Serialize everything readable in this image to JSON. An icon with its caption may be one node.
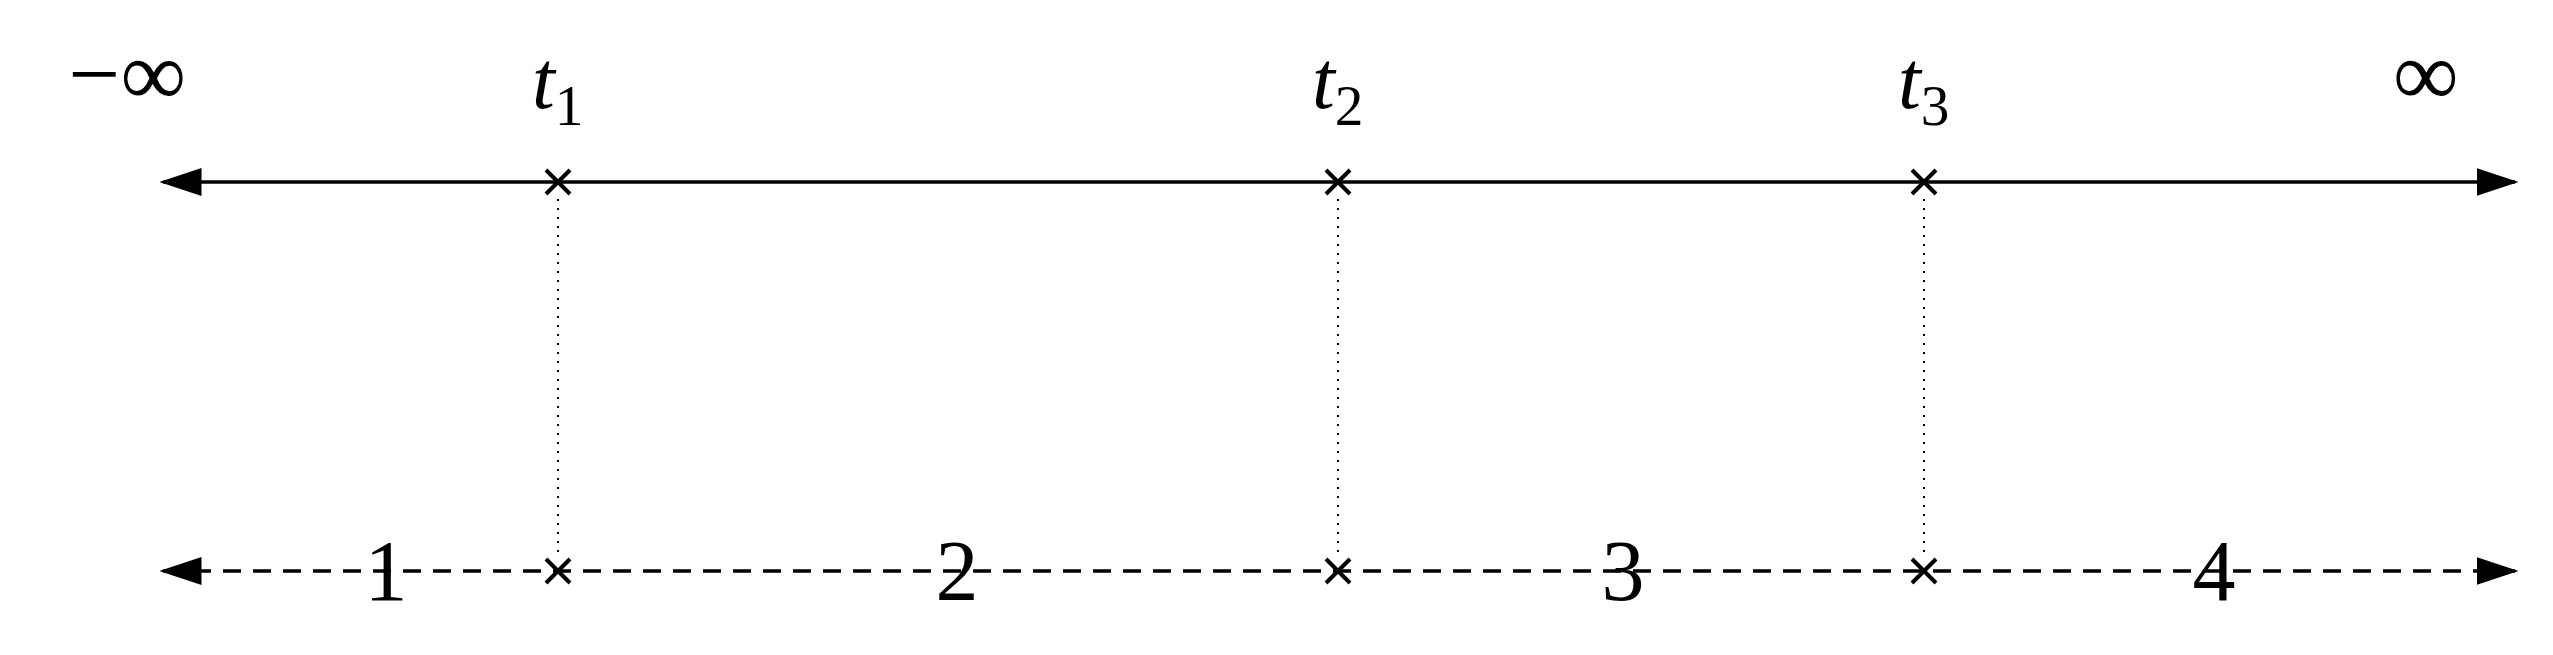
{
  "diagram": {
    "nodes": [
      {
        "text": [],
        "shape": "cross",
        "beside": [
          "t$_{1}$"
        ]
      },
      {
        "text": [],
        "shape": "cross",
        "beside": [
          "t$_{2}$"
        ]
      },
      {
        "text": [],
        "shape": "cross",
        "beside": [
          "t$_{3}$"
        ]
      },
      {
        "text": [],
        "shape": "cross"
      },
      {
        "text": [],
        "shape": "cross"
      },
      {
        "text": [],
        "shape": "cross"
      }
    ],
    "edges": [
      {
        "from": 0,
        "to": 3,
        "arrow": "none"
      },
      {
        "from": 1,
        "to": 4,
        "arrow": "none"
      },
      {
        "from": 2,
        "to": 5,
        "arrow": "none"
      }
    ],
    "labels": [
      "−∞",
      "∞",
      "1",
      "2",
      "3",
      "4"
    ]
  }
}
